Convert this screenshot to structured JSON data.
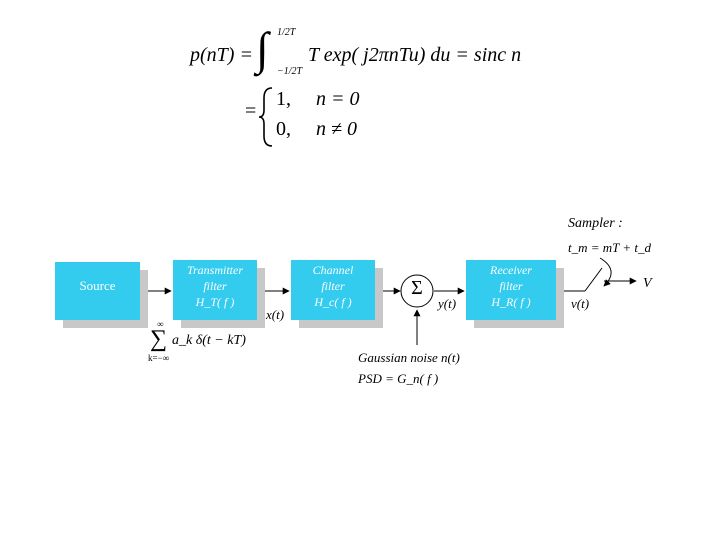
{
  "equation": {
    "line1_lhs": "p(nT) =",
    "upper_limit": "1/2T",
    "lower_limit": "−1/2T",
    "integrand": "T exp( j2πnTu) du = sinc n",
    "equals": "=",
    "case1_value": "1,",
    "case1_cond": "n = 0",
    "case2_value": "0,",
    "case2_cond": "n ≠ 0"
  },
  "diagram": {
    "source_label": "Source",
    "transmitter": {
      "line1": "Transmitter",
      "line2": "filter",
      "line3": "H_T( f )"
    },
    "channel": {
      "line1": "Channel",
      "line2": "filter",
      "line3": "H_c( f )"
    },
    "receiver": {
      "line1": "Receiver",
      "line2": "filter",
      "line3": "H_R( f )"
    },
    "sum_symbol": "Σ",
    "x_signal": "x(t)",
    "y_signal": "y(t)",
    "v_signal": "v(t)",
    "output_label": "V",
    "sampler_title": "Sampler :",
    "sampler_eq": "t_m = mT + t_d",
    "impulse_upper": "∞",
    "impulse_lower": "k=−∞",
    "impulse_term": "a_k δ(t − kT)",
    "noise_line1": "Gaussian noise n(t)",
    "noise_line2": "PSD = G_n( f )",
    "colors": {
      "block_fill": "#33ccee",
      "block_shadow": "#c8c8c8",
      "line": "#000000"
    }
  }
}
